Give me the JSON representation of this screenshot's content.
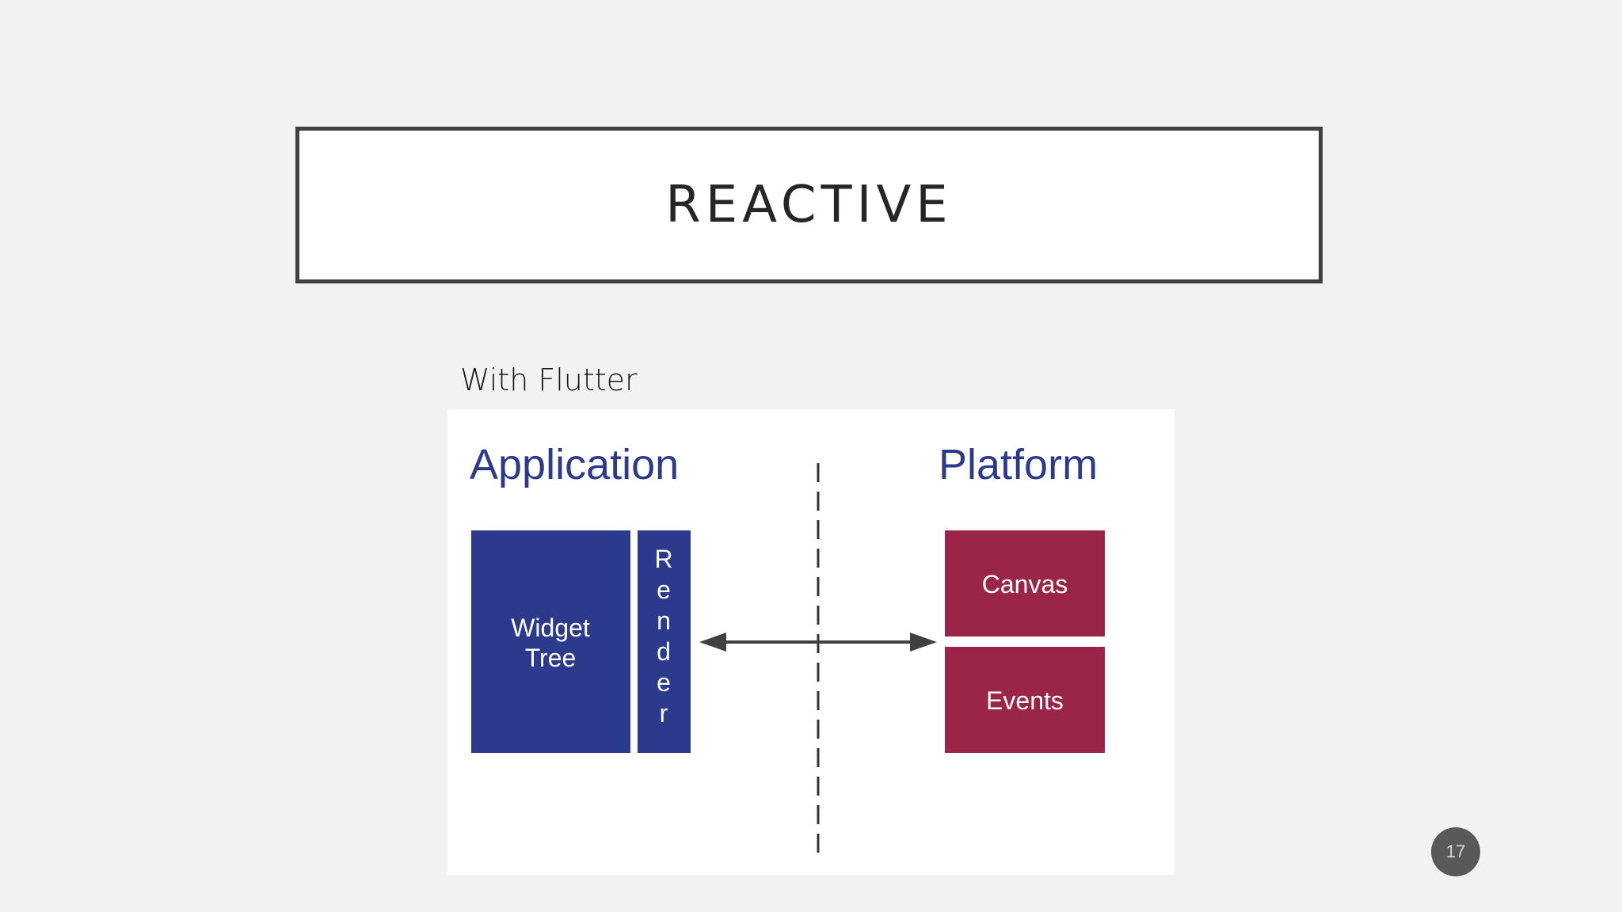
{
  "slide": {
    "title": "REACTIVE",
    "subtitle": "With Flutter",
    "page_number": "17"
  },
  "diagram": {
    "left_heading": "Application",
    "right_heading": "Platform",
    "widget_tree_line1": "Widget",
    "widget_tree_line2": "Tree",
    "render_letters": [
      "R",
      "e",
      "n",
      "d",
      "e",
      "r"
    ],
    "canvas_label": "Canvas",
    "events_label": "Events"
  },
  "colors": {
    "application_blue": "#2b3a8c",
    "platform_red": "#9b2548",
    "heading_blue": "#2b3a8c",
    "arrow_gray": "#404040"
  }
}
